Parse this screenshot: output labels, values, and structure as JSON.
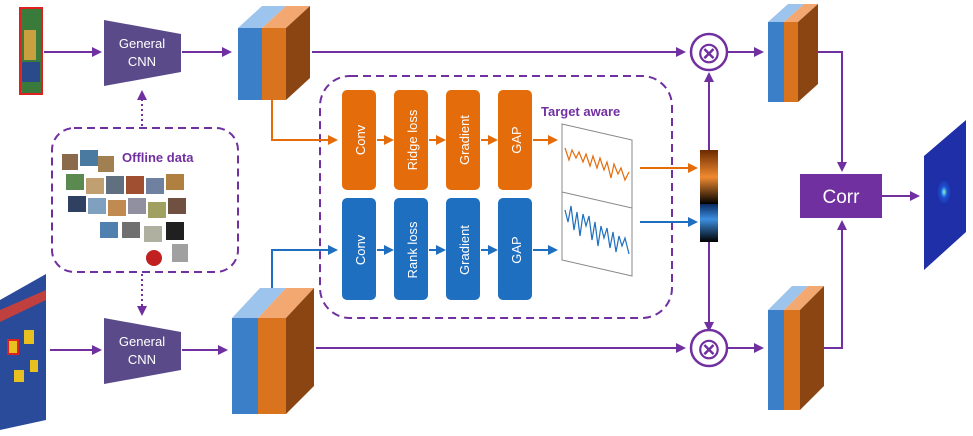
{
  "colors": {
    "purple": "#7030a0",
    "purple_box": "#6b3fa0",
    "cnn_fill": "#5a4a8a",
    "orange": "#e46c0a",
    "blue": "#1f6fc0",
    "feature_blue": "#4f8fd0",
    "feature_orange": "#d9731d",
    "feature_dark": "#8b4513"
  },
  "cnn_top": {
    "line1": "General",
    "line2": "CNN"
  },
  "cnn_bottom": {
    "line1": "General",
    "line2": "CNN"
  },
  "offline_data": {
    "label": "Offline data"
  },
  "target_aware": {
    "label": "Target aware"
  },
  "orange_pipeline": [
    "Conv",
    "Ridge loss",
    "Gradient",
    "GAP"
  ],
  "blue_pipeline": [
    "Conv",
    "Rank loss",
    "Gradient",
    "GAP"
  ],
  "corr": {
    "label": "Corr"
  },
  "multiply_symbol": "⊗"
}
